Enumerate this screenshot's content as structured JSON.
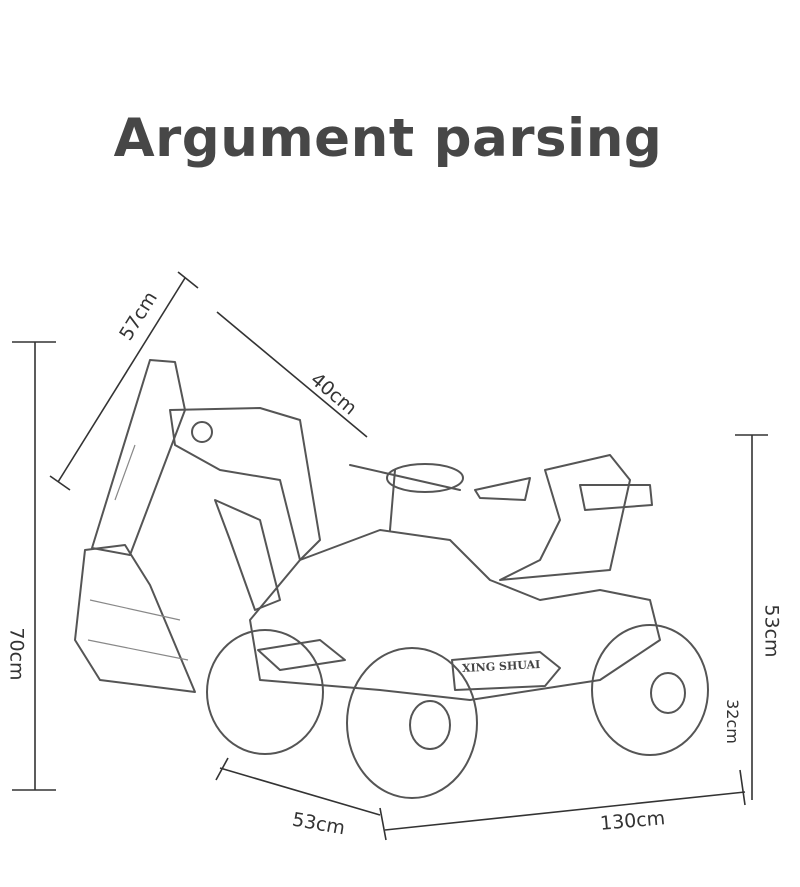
{
  "title": "Argument parsing",
  "product_logo_text": "XING SHUAI",
  "dimensions": {
    "arm_length": "57cm",
    "boom_length": "40cm",
    "total_height": "70cm",
    "body_height": "53cm",
    "seat_height": "32cm",
    "width": "53cm",
    "length": "130cm"
  }
}
